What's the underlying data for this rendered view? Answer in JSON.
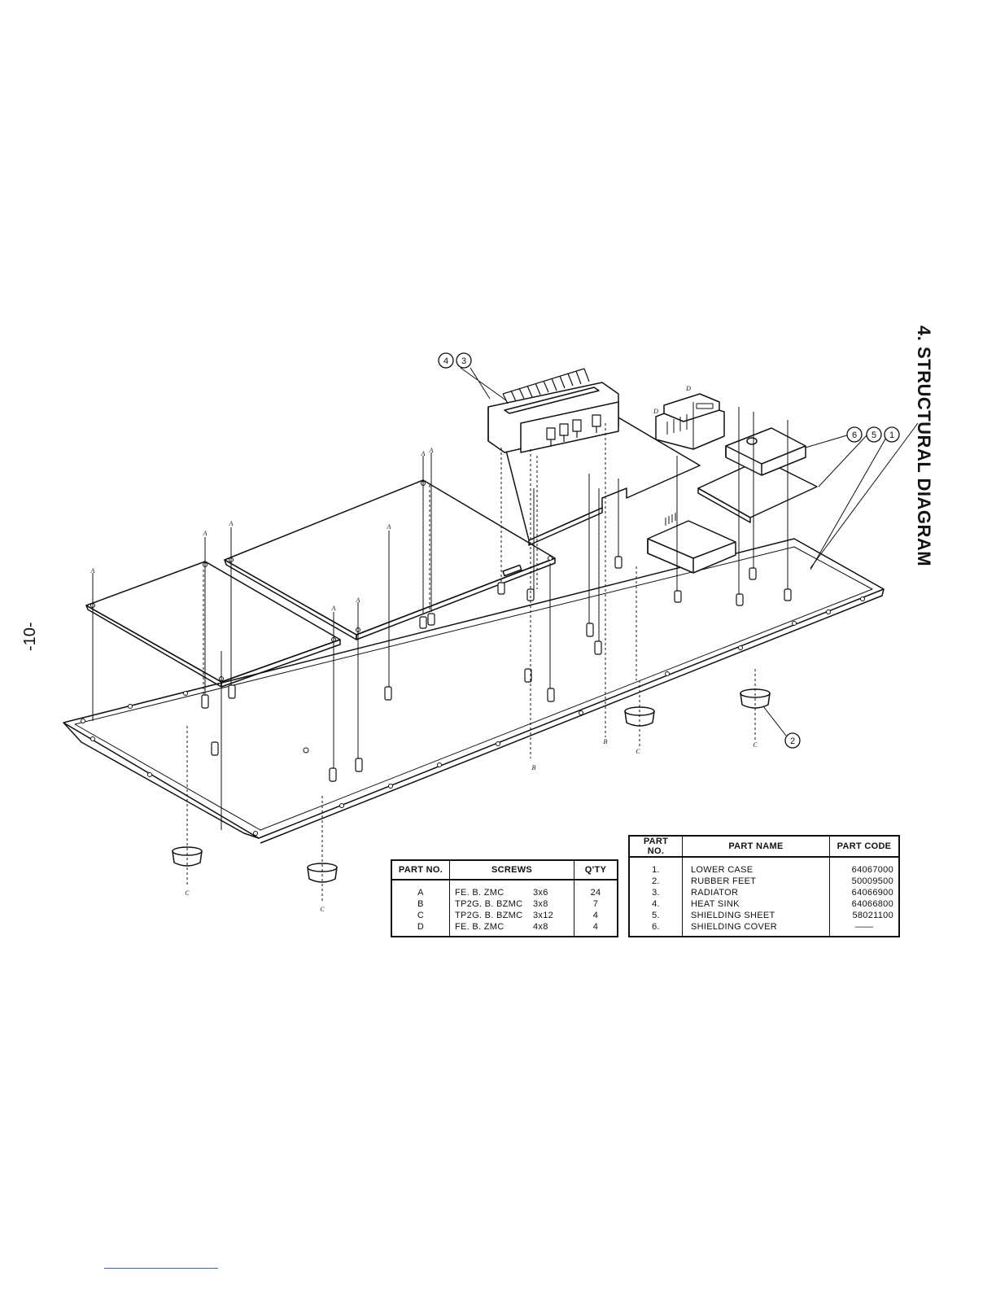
{
  "page": {
    "section_title": "4. STRUCTURAL DIAGRAM",
    "page_number": "-10-"
  },
  "callouts": [
    "4",
    "3",
    "6",
    "5",
    "1",
    "2"
  ],
  "screw_letters": [
    "A",
    "B",
    "C",
    "D"
  ],
  "screws_table": {
    "headers": [
      "PART NO.",
      "SCREWS",
      "Q'TY"
    ],
    "rows": [
      {
        "part": "A",
        "screw": "FE. B. ZMC",
        "size": "3x6",
        "qty": "24"
      },
      {
        "part": "B",
        "screw": "TP2G. B. BZMC",
        "size": "3x8",
        "qty": "7"
      },
      {
        "part": "C",
        "screw": "TP2G. B. BZMC",
        "size": "3x12",
        "qty": "4"
      },
      {
        "part": "D",
        "screw": "FE. B. ZMC",
        "size": "4x8",
        "qty": "4"
      }
    ]
  },
  "parts_table": {
    "headers": [
      "PART NO.",
      "PART NAME",
      "PART CODE"
    ],
    "rows": [
      {
        "no": "1.",
        "name": "LOWER CASE",
        "code": "64067000"
      },
      {
        "no": "2.",
        "name": "RUBBER FEET",
        "code": "50009500"
      },
      {
        "no": "3.",
        "name": "RADIATOR",
        "code": "64066900"
      },
      {
        "no": "4.",
        "name": "HEAT SINK",
        "code": "64066800"
      },
      {
        "no": "5.",
        "name": "SHIELDING SHEET",
        "code": "58021100"
      },
      {
        "no": "6.",
        "name": "SHIELDING COVER",
        "code": "——"
      }
    ]
  }
}
